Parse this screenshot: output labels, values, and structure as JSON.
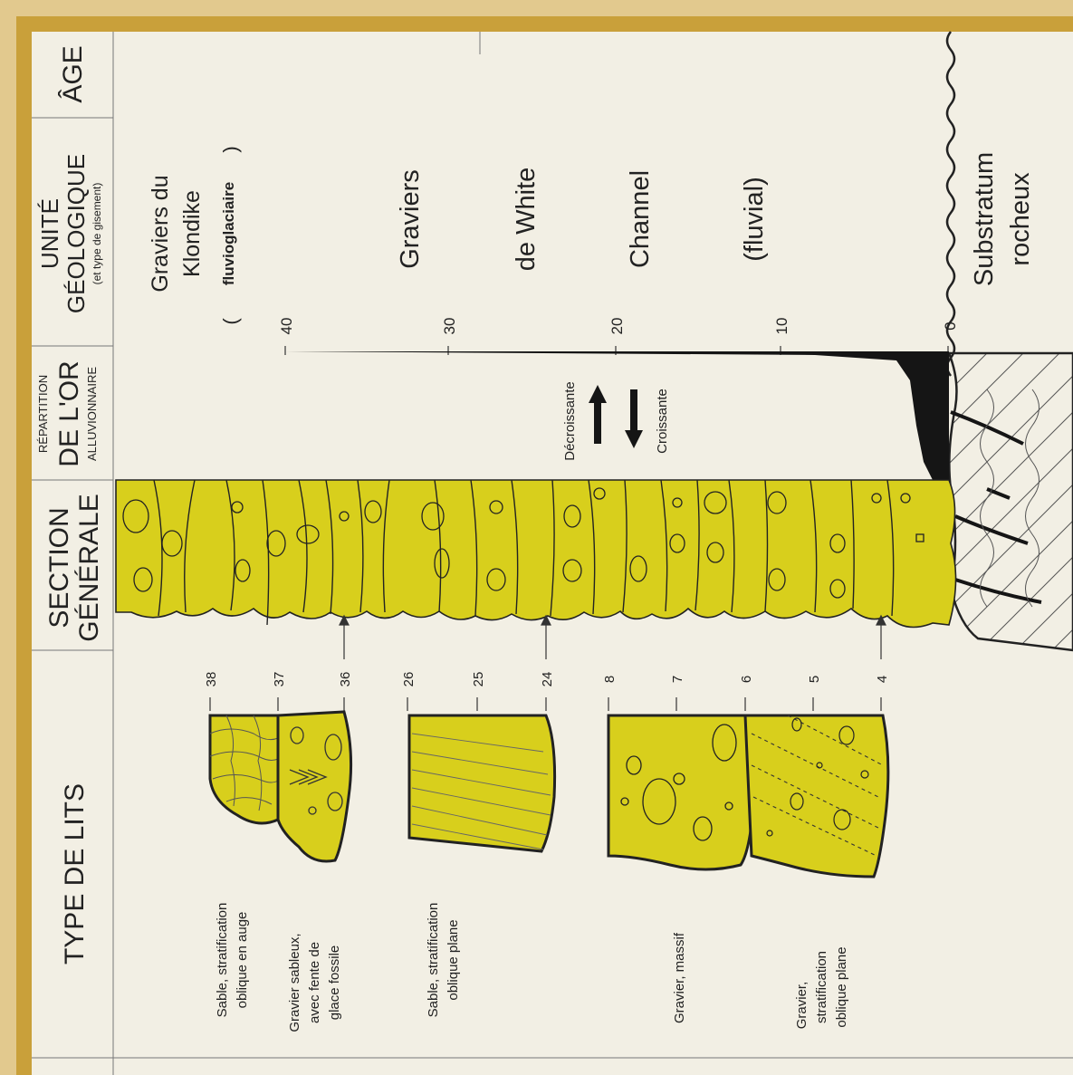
{
  "headers": {
    "type_de_lits": "TYPE DE LITS",
    "section_line1": "SECTION",
    "section_line2": "GÉNÉRALE",
    "repartition_line1": "RÉPARTITION",
    "repartition_line2": "DE L'OR",
    "repartition_line3": "ALLUVIONNAIRE",
    "unite_line1": "UNITÉ",
    "unite_line2": "GÉOLOGIQUE",
    "unite_line3": "(et type de gisement)",
    "age": "ÂGE"
  },
  "bed_types": {
    "sable_auge_1": "Sable, stratification",
    "sable_auge_2": "oblique en auge",
    "gravier_sableux_1": "Gravier sableux,",
    "gravier_sableux_2": "avec fente de",
    "gravier_sableux_3": "glace fossile",
    "sable_plane_1": "Sable, stratification",
    "sable_plane_2": "oblique plane",
    "gravier_massif": "Gravier, massif",
    "gravier_plane_1": "Gravier,",
    "gravier_plane_2": "stratification",
    "gravier_plane_3": "oblique plane"
  },
  "bed_numbers": {
    "n38": "38",
    "n37": "37",
    "n36": "36",
    "n26": "26",
    "n25": "25",
    "n24": "24",
    "n8": "8",
    "n7": "7",
    "n6": "6",
    "n5": "5",
    "n4": "4"
  },
  "gold": {
    "decroissante": "Décroissante",
    "croissante": "Croissante"
  },
  "depth_ticks": {
    "t40": "40",
    "t30": "30",
    "t20": "20",
    "t10": "10",
    "t0": "0"
  },
  "units": {
    "klondike_1": "Graviers du",
    "klondike_2": "Klondike",
    "klondike_3": "fluvioglaciaire",
    "klondike_paren_open": "(",
    "klondike_paren_close": ")",
    "white_1": "Graviers",
    "white_2": "de White",
    "white_3": "Channel",
    "white_4": "(fluvial)",
    "substratum_1": "Substratum",
    "substratum_2": "rocheux"
  },
  "colors": {
    "sediment_yellow": "#d8cf1c",
    "gold_black": "#151515",
    "frame_gold": "#c9a03a",
    "paper": "#f2efe4"
  }
}
